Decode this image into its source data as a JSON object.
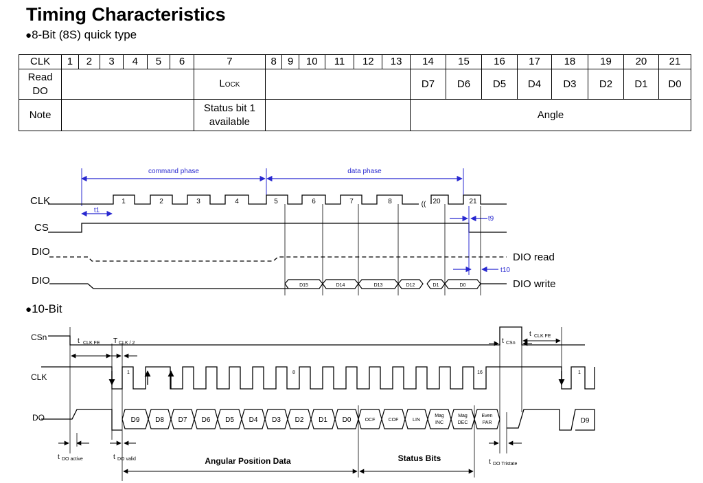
{
  "title": "Timing Characteristics",
  "section_8bit": "8-Bit (8S) quick type",
  "section_10bit": "10-Bit",
  "bullet": "●",
  "table": {
    "header": [
      "CLK",
      "1",
      "2",
      "3",
      "4",
      "5",
      "6",
      "7",
      "8",
      "9",
      "10",
      "11",
      "12",
      "13",
      "14",
      "15",
      "16",
      "17",
      "18",
      "19",
      "20",
      "21"
    ],
    "read_do_label": "Read DO",
    "lock_text": "L",
    "lock_sub": "OCK",
    "data_bits": [
      "D7",
      "D6",
      "D5",
      "D4",
      "D3",
      "D2",
      "D1",
      "D0"
    ],
    "note_label": "Note",
    "status_bit": "Status bit 1 available",
    "angle": "Angle"
  },
  "diagram_8bit": {
    "phase_command": "command phase",
    "phase_data": "data phase",
    "signals": [
      "CLK",
      "CS",
      "DIO",
      "DIO"
    ],
    "clk_labels": [
      "1",
      "2",
      "3",
      "4",
      "5",
      "6",
      "7",
      "8",
      "20",
      "21"
    ],
    "t1": "t1",
    "t9": "t9",
    "t10": "t10",
    "dio_read": "DIO read",
    "dio_write": "DIO write",
    "data_cells": [
      "D15",
      "D14",
      "D13",
      "D12",
      "D1",
      "D0"
    ]
  },
  "diagram_10bit": {
    "signals": [
      "CSn",
      "CLK",
      "DO"
    ],
    "clk_pulse_labels": [
      "1",
      "8",
      "16",
      "1"
    ],
    "do_cells": [
      "D9",
      "D8",
      "D7",
      "D6",
      "D5",
      "D4",
      "D3",
      "D2",
      "D1",
      "D0"
    ],
    "status_cells": [
      "OCF",
      "COF",
      "LIN"
    ],
    "mag_inc": [
      "Mag",
      "INC"
    ],
    "mag_dec": [
      "Mag",
      "DEC"
    ],
    "even_par": [
      "Even",
      "PAR"
    ],
    "tail_cell": "D9",
    "t_clk_fe": {
      "main": "t",
      "sub": "CLK FE"
    },
    "t_clk_half": {
      "main": "T",
      "sub": "CLK / 2"
    },
    "t_csn": {
      "main": "t",
      "sub": "CSn"
    },
    "t_clk_fe2": {
      "main": "t",
      "sub": "CLK FE"
    },
    "t_do_active": {
      "main": "t",
      "sub": "DO active"
    },
    "t_do_valid": {
      "main": "t",
      "sub": "DO valid"
    },
    "t_do_tristate": {
      "main": "t",
      "sub": "DO Tristate"
    },
    "angular_position_data": "Angular Position Data",
    "status_bits": "Status Bits"
  }
}
